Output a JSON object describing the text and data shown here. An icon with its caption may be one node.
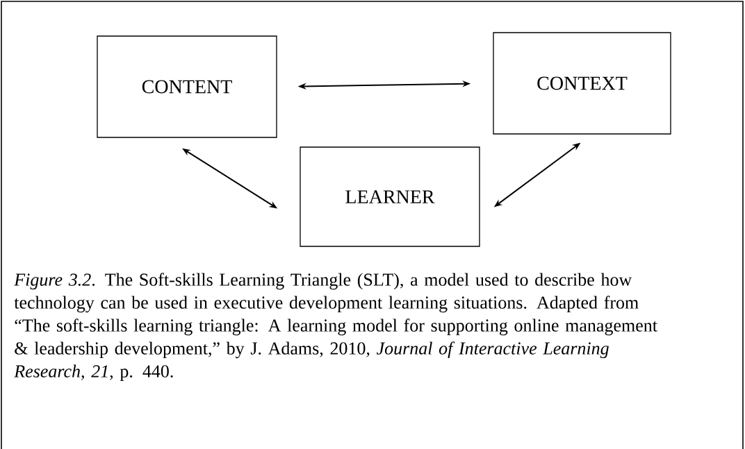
{
  "diagram": {
    "caption": "*Figure 3.2*.  The Soft-skills Learning Triangle (SLT), a model used to describe how technology can be used in executive development learning situations. Adapted from “The soft-skills learning triangle: A learning model for supporting online management & leadership development,” by J. Adams, 2010, *Journal of Interactive Learning Research, 21*, p. 440.",
    "nodes": [
      {
        "text": [
          "CONTENT"
        ]
      },
      {
        "text": [
          "CONTEXT"
        ]
      },
      {
        "text": [
          "LEARNER"
        ]
      }
    ],
    "edges": [
      {
        "from": 0,
        "to": 1,
        "arrow": "both"
      },
      {
        "from": 0,
        "to": 2,
        "arrow": "both"
      },
      {
        "from": 1,
        "to": 2,
        "arrow": "both"
      }
    ]
  }
}
